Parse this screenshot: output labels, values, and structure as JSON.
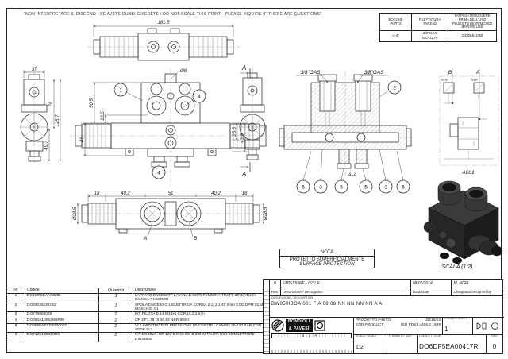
{
  "meta": {
    "disclaimer": "\"NON INTERPRETARE IL DISEGNO : SE AVETE DUBBI CHIEDETE / DO NOT SCALE THIS PRINT - PLEASE INQUIRE IF THERE ARE QUESTIONS\""
  },
  "ports_table": {
    "col1_it": "BOCCHE",
    "col1_en": "PORTS",
    "col2_it": "FILETTATURA",
    "col2_en": "THREAD",
    "col3_it": "TAPPI DA RIMUOVERE PRIMA DELL'USO",
    "col3_en": "PLUGS TO BE REMOVED BEFORE USE",
    "ports": "A-B",
    "thread_line1": "3/8\"GAS",
    "thread_line2": "ISO 1179",
    "plug_code": "DO3661038"
  },
  "drawing": {
    "dims": {
      "overall_width": "181.5",
      "side_top_width": "37",
      "side_upper_height": "49.7",
      "side_lower_height": "76",
      "side_total_height": "125.7",
      "front_top_height": "50.5",
      "front_step": "13.5",
      "front_body_height": "41",
      "top_hole": "Ø8",
      "right_upper": "25.5",
      "right_lower": "43.5",
      "solenoid_dia_left": "Ø28.5",
      "solenoid_dia_right": "Ø28.5"
    },
    "bottom_dims": [
      "18",
      "40.2",
      "51",
      "40.2",
      "18"
    ],
    "balloons": {
      "front_left": "1",
      "front_right": "4",
      "under_ports": "4",
      "section_top": "2"
    },
    "section_balloons": [
      "6",
      "3",
      "5",
      "5",
      "3",
      "6"
    ],
    "labels": {
      "section_arrow": "A",
      "section_view": "A-A",
      "port_a": "A",
      "port_b": "B",
      "thread_left": "3/8\"GAS",
      "thread_right": "3/8\"GAS",
      "schematic_port_b": "B",
      "schematic_port_a": "A",
      "vlr": "VLR",
      "schematic_code": "A001",
      "render_scale": "SCALA (1:2)"
    }
  },
  "note": {
    "title": "NOTA",
    "line1": "PROTETTO SUPERFICIALMENTE",
    "line2": "SURFACE PROTECTION"
  },
  "parts_table": {
    "headers": {
      "nr": "Nr",
      "code": "Codice",
      "qty": "Quantità",
      "desc": "Descrizione"
    },
    "rows": [
      {
        "nr": "1",
        "code": "DC4WF5EAA03Z0L",
        "qty": "1",
        "desc": "LAPPATO DNCE50TP LAV.VLAB 3/8\"G FEMMINA TRATT. ZINCATURA BIANCA 7 MICRON"
      },
      {
        "nr": "2",
        "code": "DO29225E01002",
        "qty": "1",
        "desc": "SPOLA DNCE50 C.1 ELETTRICA CORSA 2.1_2.1 40 l/min CCD.DPM 013448 MASCHIO S1"
      },
      {
        "nr": "3",
        "code": "DO770063029",
        "qty": "2",
        "desc": "KIT PILOTA D.14 M18x1 CORSA 2.1 mm"
      },
      {
        "nr": "4",
        "code": "DO350A10062NBR90",
        "qty": "2",
        "desc": "OR DF1.78 DI 10,82 NBR 90SH"
      },
      {
        "nr": "5",
        "code": "DO6KPA50C000R0002",
        "qty": "2",
        "desc": "VL LIMITATRICE DI PRESSIONE DNCE50TP - CAMPO 40-120 BAR CON SEDE D-3"
      },
      {
        "nr": "6",
        "code": "DO712012DCD026",
        "qty": "2",
        "desc": "KIT BOBINA+OR 12V DC 26.5W 5.4OHM PILOTI D14 CONNETTORE DIN43650"
      }
    ]
  },
  "title_block": {
    "revision": {
      "rev": "0",
      "desc": "EMISSIONE - ISSUE",
      "date": "08/01/2014",
      "by": "M. NGR"
    },
    "rev_headers": {
      "rev": "Rev.",
      "desc": "Descrizione / Description",
      "date": "Data/Date",
      "by": "Disegnato/Designed by"
    },
    "description_label": "DESCRIZIONE / DESCRIPTION",
    "description": "BW050IBOA 001 F A 08 08 NN NN NN NN A A",
    "company": {
      "line1": "BONDIOLI",
      "line2": "& PAVESI",
      "line3": "S.p.A."
    },
    "product": {
      "label_it": "PRODOTTO FINITO",
      "label_en": "END PRODUCT",
      "cleanliness": "20/16/13",
      "standard": "ISO FDS1 4406.2 1999"
    },
    "sheet": {
      "label": "FOGLIO / SHEET",
      "value": "1"
    },
    "scale": {
      "label": "SCALA / SCALE",
      "value": "1:2"
    },
    "format": {
      "label": "FORMATO / SIZE",
      "value": ""
    },
    "code": {
      "label": "CODICE / CODE",
      "value": "DO6DF5EA00417R"
    },
    "rev": {
      "label": "REV.",
      "value": "0"
    }
  }
}
